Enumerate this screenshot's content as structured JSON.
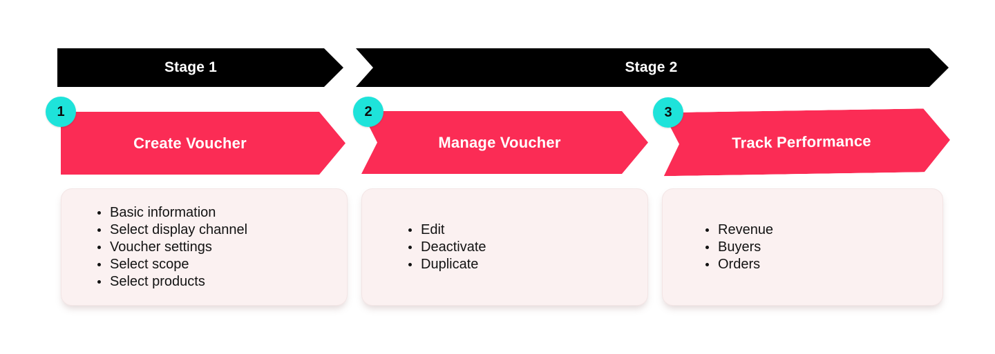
{
  "colors": {
    "accent_pink": "#FB2C55",
    "badge_teal": "#1EE3DA",
    "banner_black": "#000000",
    "card_background": "#FBF1F1"
  },
  "stages": [
    {
      "label": "Stage 1"
    },
    {
      "label": "Stage 2"
    }
  ],
  "steps": [
    {
      "number": "1",
      "title": "Create Voucher",
      "items": [
        "Basic information",
        "Select display channel",
        "Voucher settings",
        "Select scope",
        "Select products"
      ]
    },
    {
      "number": "2",
      "title": "Manage Voucher",
      "items": [
        "Edit",
        "Deactivate",
        "Duplicate"
      ]
    },
    {
      "number": "3",
      "title": "Track Performance",
      "items": [
        "Revenue",
        "Buyers",
        "Orders"
      ]
    }
  ]
}
